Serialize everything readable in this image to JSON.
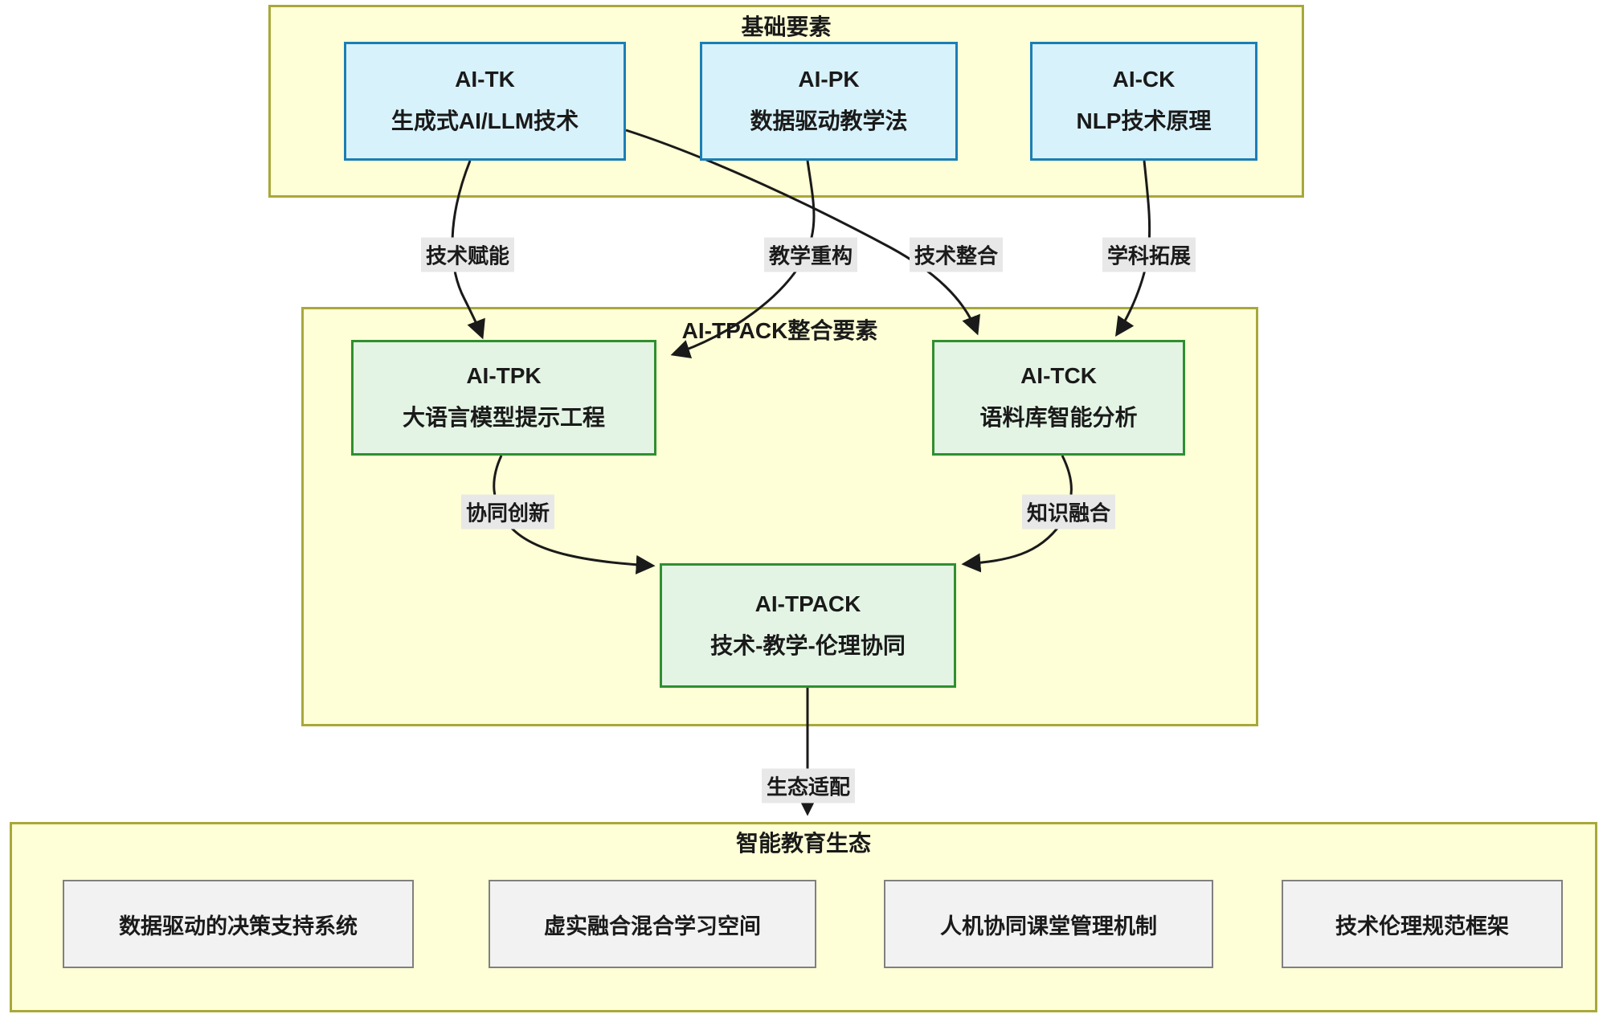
{
  "diagram": {
    "top_group": {
      "title": "基础要素",
      "nodes": [
        {
          "id": "AI-TK",
          "line1": "AI-TK",
          "line2": "生成式AI/LLM技术"
        },
        {
          "id": "AI-PK",
          "line1": "AI-PK",
          "line2": "数据驱动教学法"
        },
        {
          "id": "AI-CK",
          "line1": "AI-CK",
          "line2": "NLP技术原理"
        }
      ]
    },
    "middle_group": {
      "title": "AI-TPACK整合要素",
      "nodes": [
        {
          "id": "AI-TPK",
          "line1": "AI-TPK",
          "line2": "大语言模型提示工程"
        },
        {
          "id": "AI-TCK",
          "line1": "AI-TCK",
          "line2": "语料库智能分析"
        },
        {
          "id": "AI-TPACK",
          "line1": "AI-TPACK",
          "line2": "技术-教学-伦理协同"
        }
      ]
    },
    "bottom_group": {
      "title": "智能教育生态",
      "nodes": [
        {
          "label": "数据驱动的决策支持系统"
        },
        {
          "label": "虚实融合混合学习空间"
        },
        {
          "label": "人机协同课堂管理机制"
        },
        {
          "label": "技术伦理规范框架"
        }
      ]
    },
    "edges": [
      {
        "from": "AI-TK",
        "to": "AI-TPK",
        "label": "技术赋能"
      },
      {
        "from": "AI-PK",
        "to": "AI-TPK",
        "label": "教学重构"
      },
      {
        "from": "AI-TK",
        "to": "AI-TCK",
        "label": "技术整合"
      },
      {
        "from": "AI-CK",
        "to": "AI-TCK",
        "label": "学科拓展"
      },
      {
        "from": "AI-TPK",
        "to": "AI-TPACK",
        "label": "协同创新"
      },
      {
        "from": "AI-TCK",
        "to": "AI-TPACK",
        "label": "知识融合"
      },
      {
        "from": "AI-TPACK",
        "to": "智能教育生态",
        "label": "生态适配"
      }
    ],
    "colors": {
      "group_fill": "#FEFFD6",
      "group_border": "#A8A83A",
      "basic_node_fill": "#D8F2FB",
      "basic_node_border": "#1B7EB5",
      "integration_node_fill": "#E3F4E4",
      "integration_node_border": "#2F8F2F",
      "ecosystem_node_fill": "#F2F2F2",
      "ecosystem_node_border": "#808080",
      "edge_label_bg": "#E8E8E8",
      "edge_stroke": "#1A1A1A"
    }
  }
}
